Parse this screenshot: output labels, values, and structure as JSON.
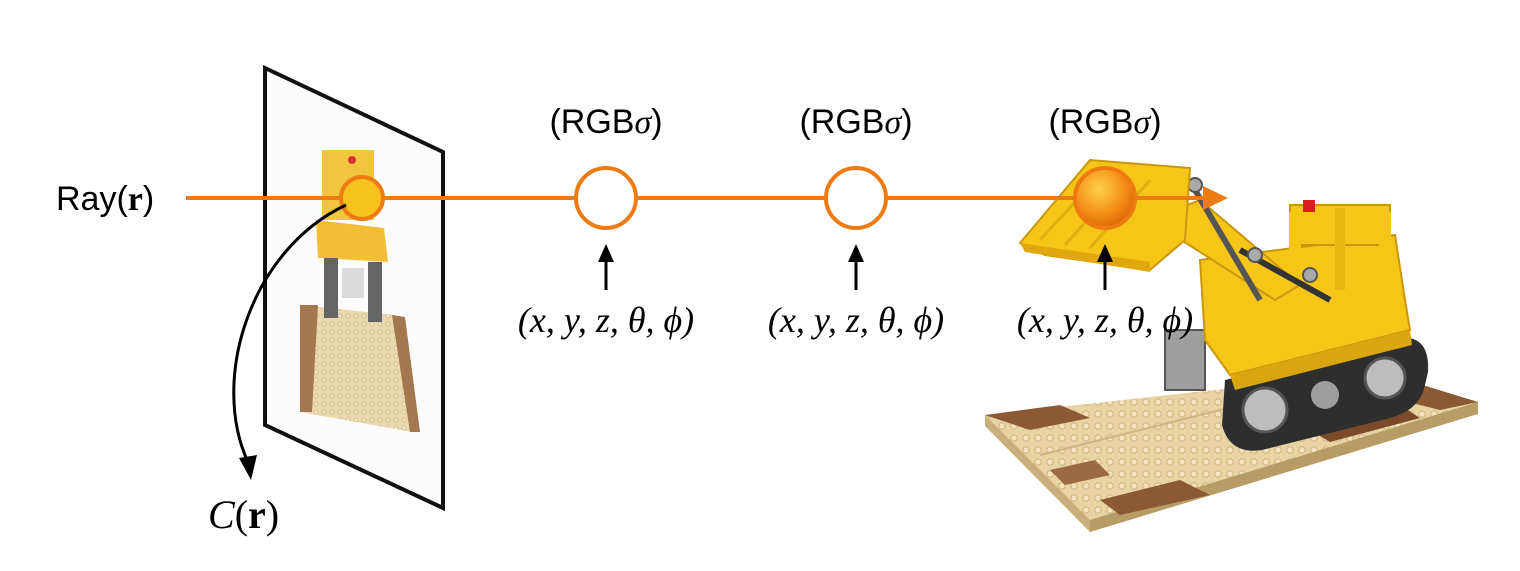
{
  "ray_label": {
    "prefix": "Ray(",
    "symbol": "r",
    "suffix": ")"
  },
  "color_label": {
    "prefix": "C",
    "open": "(",
    "symbol": "r",
    "close": ")"
  },
  "sample_labels": [
    {
      "output_prefix": "(RGB",
      "output_sigma": "σ",
      "output_suffix": ")",
      "input": "(x, y, z, θ, ϕ)"
    },
    {
      "output_prefix": "(RGB",
      "output_sigma": "σ",
      "output_suffix": ")",
      "input": "(x, y, z, θ, ϕ)"
    },
    {
      "output_prefix": "(RGB",
      "output_sigma": "σ",
      "output_suffix": ")",
      "input": "(x, y, z, θ, ϕ)"
    }
  ],
  "colors": {
    "ray": "#ee7a12",
    "pixel_fill": "#f7c21e",
    "sample_fill": "#ffffff",
    "surface_fill": "#f08a12",
    "arrow": "#000000",
    "lego_yellow": "#f5c518",
    "lego_tan": "#e6cf9e",
    "lego_brown": "#7a4a2a"
  },
  "illustrations": {
    "image_plane": "rendered-image-plane",
    "scene": "lego-bulldozer-scene"
  }
}
